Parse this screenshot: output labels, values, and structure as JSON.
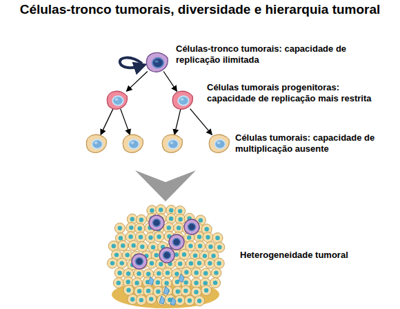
{
  "diagram": {
    "title": "Células-tronco tumorais, diversidade e hierarquia tumoral",
    "nodes": [
      {
        "text": [
          "Células-tronco tumorais: capacidade de replicação ilimitada"
        ]
      },
      {
        "text": []
      },
      {
        "text": [
          "Células tumorais progenitoras: capacidade de replicação mais restrita"
        ]
      },
      {
        "text": []
      },
      {
        "text": []
      },
      {
        "text": []
      },
      {
        "text": [
          "Células tumorais: capacidade de multiplicação ausente"
        ]
      },
      {
        "text": [
          "Heterogeneidade tumoral"
        ]
      }
    ],
    "edges": [
      {
        "from": 0,
        "to": 1,
        "arrow": "to"
      },
      {
        "from": 0,
        "to": 2,
        "arrow": "to"
      },
      {
        "from": 1,
        "to": 3,
        "arrow": "to"
      },
      {
        "from": 1,
        "to": 4,
        "arrow": "to"
      },
      {
        "from": 2,
        "to": 5,
        "arrow": "to"
      },
      {
        "from": 2,
        "to": 6,
        "arrow": "to"
      }
    ]
  }
}
